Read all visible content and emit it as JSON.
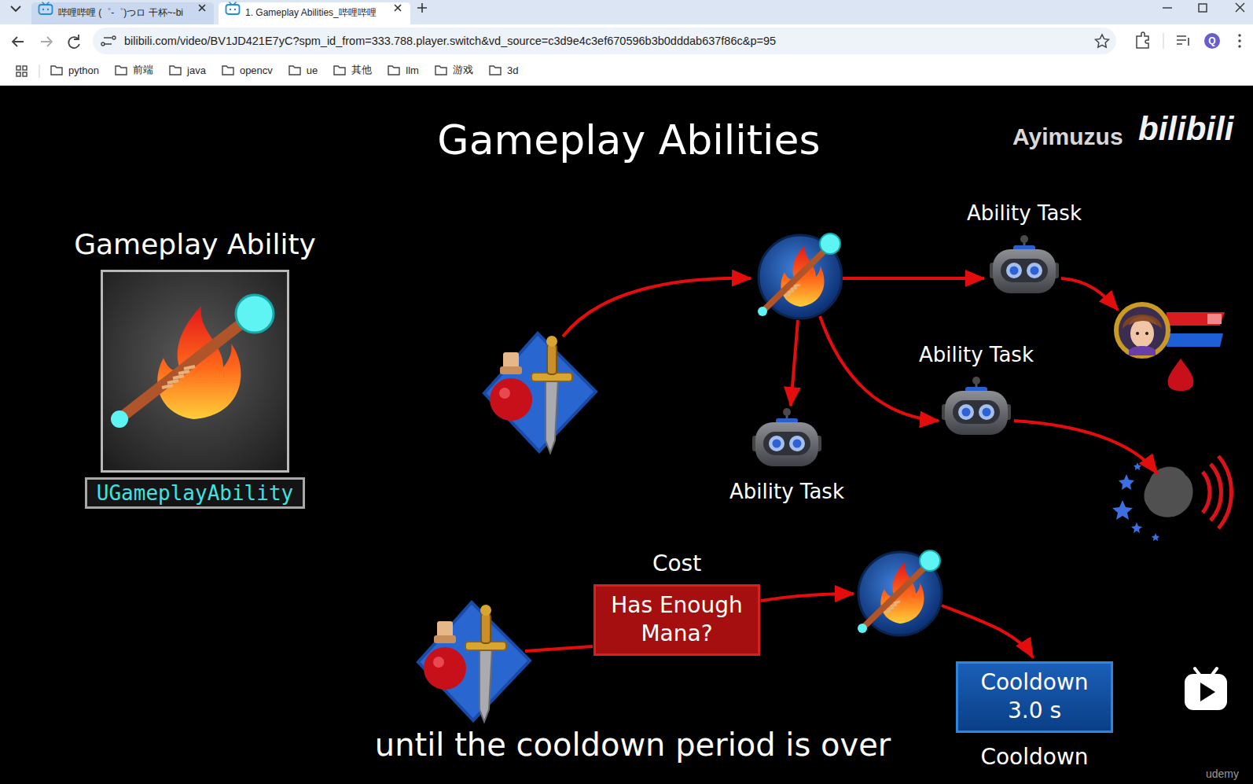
{
  "diagram": {
    "title": "Gameplay Abilities",
    "caption": "until the cooldown period is over",
    "nodes": [
      {
        "text": [
          "Gameplay Ability",
          "UGameplayAbility"
        ]
      },
      {
        "text": [
          "Ability Task"
        ]
      },
      {
        "text": [
          "Ability Task"
        ]
      },
      {
        "text": [
          "Ability Task"
        ]
      },
      {
        "text": [
          "Cost",
          "Has Enough Mana?"
        ]
      },
      {
        "text": [
          "Cooldown 3.0 s",
          "Cooldown"
        ]
      }
    ],
    "labels": [
      "哔哩哔哩 (゜-゜)つロ 干杯~-bi",
      "1. Gameplay Abilities_哔哩哔哩",
      "bilibili.com/video/BV1JD421E7yC?spm_id_from=333.788.player.switch&vd_source=c3d9e4c3ef670596b3b0dddab637f86c&p=95",
      "python",
      "前端",
      "java",
      "opencv",
      "ue",
      "其他",
      "llm",
      "游戏",
      "3d",
      "Q",
      "Ayimuzus",
      "bilibili",
      "udemy"
    ]
  }
}
